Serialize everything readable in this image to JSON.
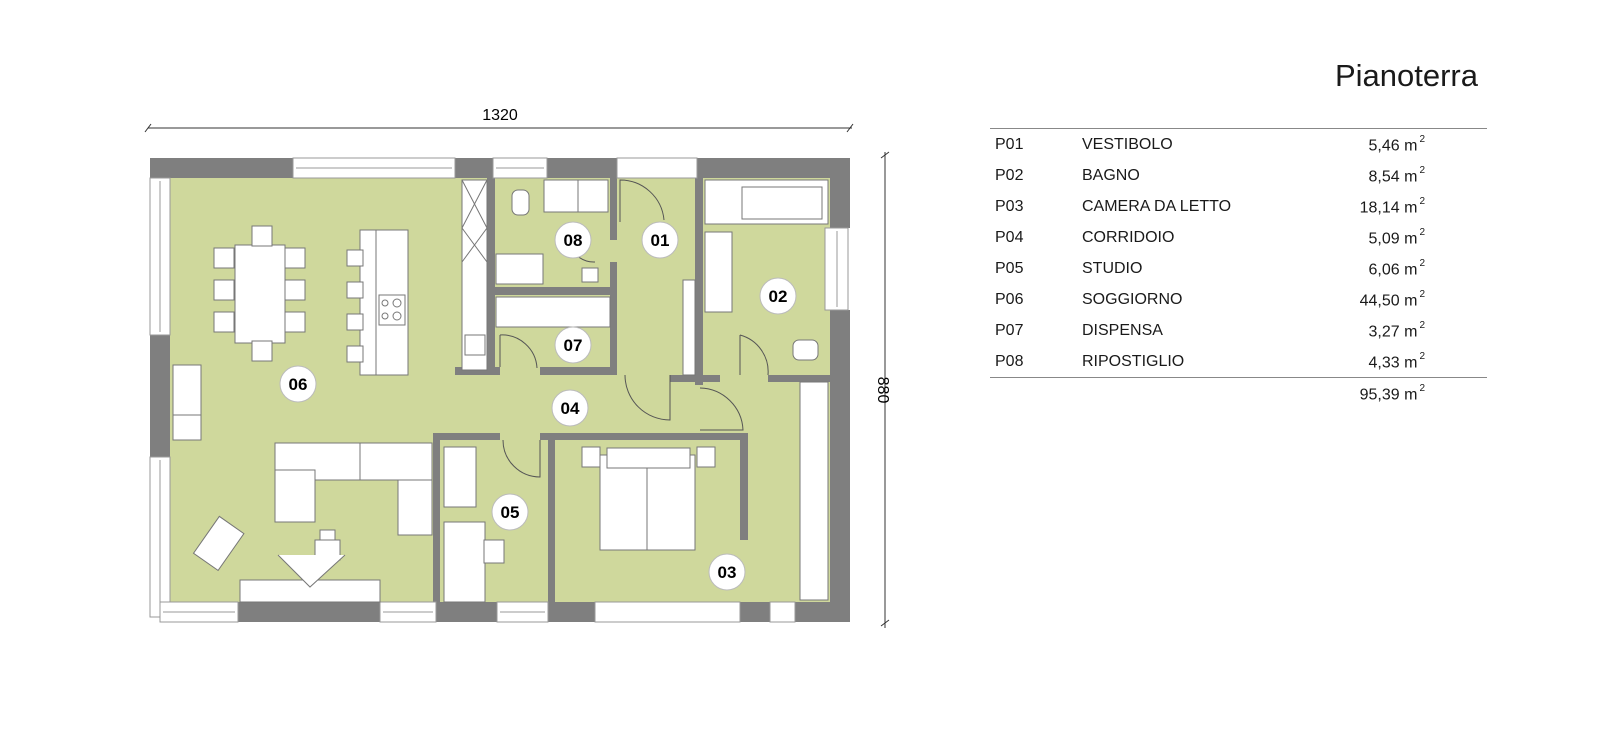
{
  "title": "Pianoterra",
  "dimensions": {
    "width": "1320",
    "depth": "880"
  },
  "rooms": [
    {
      "code": "P01",
      "label": "01",
      "name": "VESTIBOLO",
      "area": "5,46",
      "unit": "m",
      "exp": "2"
    },
    {
      "code": "P02",
      "label": "02",
      "name": "BAGNO",
      "area": "8,54",
      "unit": "m",
      "exp": "2"
    },
    {
      "code": "P03",
      "label": "03",
      "name": "CAMERA DA LETTO",
      "area": "18,14",
      "unit": "m",
      "exp": "2"
    },
    {
      "code": "P04",
      "label": "04",
      "name": "CORRIDOIO",
      "area": "5,09",
      "unit": "m",
      "exp": "2"
    },
    {
      "code": "P05",
      "label": "05",
      "name": "STUDIO",
      "area": "6,06",
      "unit": "m",
      "exp": "2"
    },
    {
      "code": "P06",
      "label": "06",
      "name": "SOGGIORNO",
      "area": "44,50",
      "unit": "m",
      "exp": "2"
    },
    {
      "code": "P07",
      "label": "07",
      "name": "DISPENSA",
      "area": "3,27",
      "unit": "m",
      "exp": "2"
    },
    {
      "code": "P08",
      "label": "08",
      "name": "RIPOSTIGLIO",
      "area": "4,33",
      "unit": "m",
      "exp": "2"
    }
  ],
  "total": {
    "area": "95,39",
    "unit": "m",
    "exp": "2"
  },
  "colors": {
    "floor": "#cfd89c",
    "wall": "#7f7f7f",
    "furniture": "#ffffff"
  }
}
